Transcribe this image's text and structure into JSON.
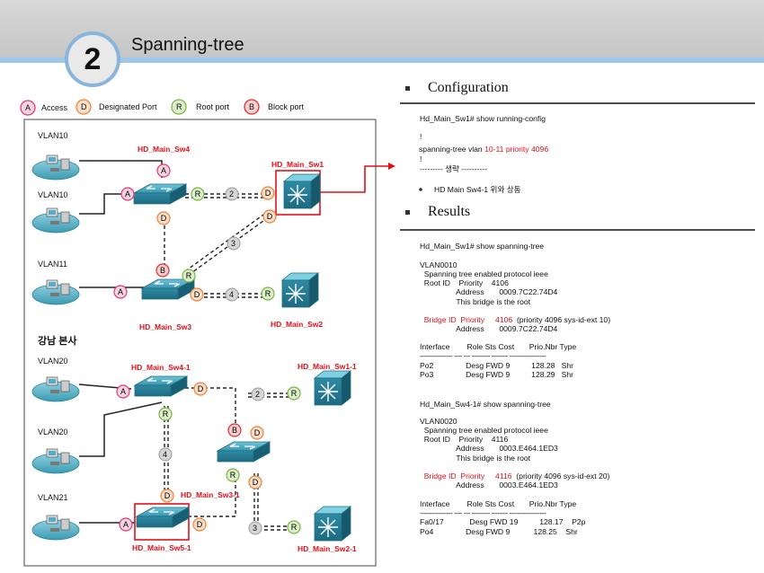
{
  "header": {
    "number": "2",
    "title": "Spanning-tree"
  },
  "legend": [
    {
      "letter": "A",
      "label": "Access",
      "color": "#e03a78"
    },
    {
      "letter": "D",
      "label": "Designated Port",
      "color": "#e8843c"
    },
    {
      "letter": "R",
      "label": "Root port",
      "color": "#7ab648"
    },
    {
      "letter": "B",
      "label": "Block port",
      "color": "#e03030"
    }
  ],
  "diagram": {
    "vlans": [
      "VLAN10",
      "VLAN10",
      "VLAN11",
      "VLAN20",
      "VLAN20",
      "VLAN21"
    ],
    "section_label": "강남 본사",
    "switches": {
      "sw4": "HD_Main_Sw4",
      "sw1": "HD_Main_Sw1",
      "sw3": "HD_Main_Sw3",
      "sw2": "HD_Main_Sw2",
      "sw4_1": "HD_Main_Sw4-1",
      "sw1_1": "HD_Main_Sw1-1",
      "sw3_1": "HD_Main_Sw3-1",
      "sw5_1": "HD_Main_Sw5-1",
      "sw2_1": "HD_Main_Sw2-1"
    },
    "link_numbers": [
      "2",
      "3",
      "4",
      "2",
      "4",
      "3"
    ]
  },
  "configuration": {
    "heading": "Configuration",
    "command": "Hd_Main_Sw1# show running-config",
    "bang1": "!",
    "stp_prefix": "spanning-tree vlan ",
    "stp_value": "10-11 priority 4096",
    "bang2": "!",
    "omitted": "--------- 생략 ----------",
    "note": "HD Main Sw4-1 위와 상동"
  },
  "results": {
    "heading": "Results",
    "block1": {
      "command": "Hd_Main_Sw1# show spanning-tree",
      "vlan": "VLAN0010",
      "protocol": "  Spanning tree enabled protocol ieee",
      "root_label": "  Root ID    Priority    4106",
      "root_addr": "                 Address       0009.7C22.74D4",
      "root_note": "                 This bridge is the root",
      "bridge_label": "  Bridge ID  Priority     4106",
      "bridge_suffix": "  (priority 4096 sys-id-ext 10)",
      "bridge_addr": "                 Address       0009.7C22.74D4",
      "table_header": "Interface        Role Sts Cost       Prio.Nbr Type",
      "table_rule": "---------------- ---- --- --------- -------- ------------------",
      "rows": [
        "Po2               Desg FWD 9          128.28   Shr",
        "Po3               Desg FWD 9          128.29   Shr"
      ]
    },
    "block2": {
      "command": "Hd_Main_Sw4-1# show spanning-tree",
      "vlan": "VLAN0020",
      "protocol": "  Spanning tree enabled protocol ieee",
      "root_label": "  Root ID    Priority    4116",
      "root_addr": "                 Address       0003.E464.1ED3",
      "root_note": "                 This bridge is the root",
      "bridge_label": "  Bridge ID  Priority     4116",
      "bridge_suffix": "  (priority 4096 sys-id-ext 20)",
      "bridge_addr": "                 Address       0003.E464.1ED3",
      "table_header": "Interface        Role Sts Cost       Prio.Nbr Type",
      "table_rule": "---------------- ---- --- --------- -------- ------------------",
      "rows": [
        "Fa0/17            Desg FWD 19          128.17    P2p",
        "Po4               Desg FWD 9           128.25    Shr"
      ]
    }
  }
}
